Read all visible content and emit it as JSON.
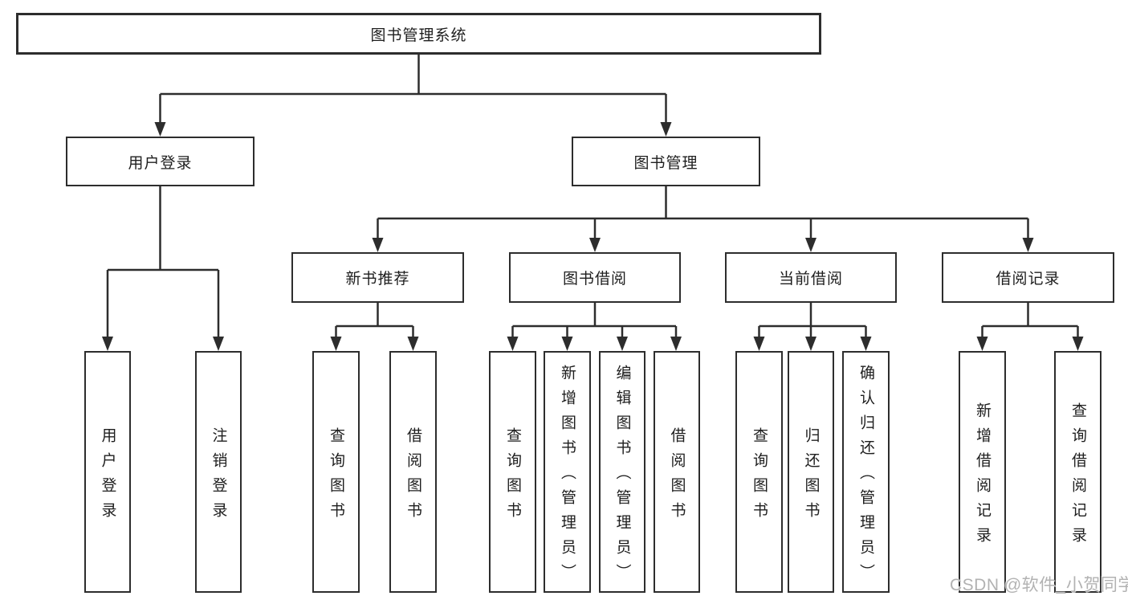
{
  "diagram": {
    "kind": "hierarchy-tree",
    "line_color": "#2d2d2d",
    "box_fill": "#ffffff",
    "box_border_color": "#2d2d2d",
    "tree": {
      "label": "图书管理系统",
      "children": [
        {
          "label": "用户登录",
          "children": [
            {
              "label": "用户登录"
            },
            {
              "label": "注销登录"
            }
          ]
        },
        {
          "label": "图书管理",
          "children": [
            {
              "label": "新书推荐",
              "children": [
                {
                  "label": "查询图书"
                },
                {
                  "label": "借阅图书"
                }
              ]
            },
            {
              "label": "图书借阅",
              "children": [
                {
                  "label": "查询图书"
                },
                {
                  "label": "新增图书（管理员）"
                },
                {
                  "label": "编辑图书（管理员）"
                },
                {
                  "label": "借阅图书"
                }
              ]
            },
            {
              "label": "当前借阅",
              "children": [
                {
                  "label": "查询图书"
                },
                {
                  "label": "归还图书"
                },
                {
                  "label": "确认归还（管理员）"
                }
              ]
            },
            {
              "label": "借阅记录",
              "children": [
                {
                  "label": "新增借阅记录"
                },
                {
                  "label": "查询借阅记录"
                }
              ]
            }
          ]
        }
      ]
    }
  },
  "watermark": {
    "text": "CSDN @软件_小贺同学",
    "color": "#b2b2b2"
  }
}
